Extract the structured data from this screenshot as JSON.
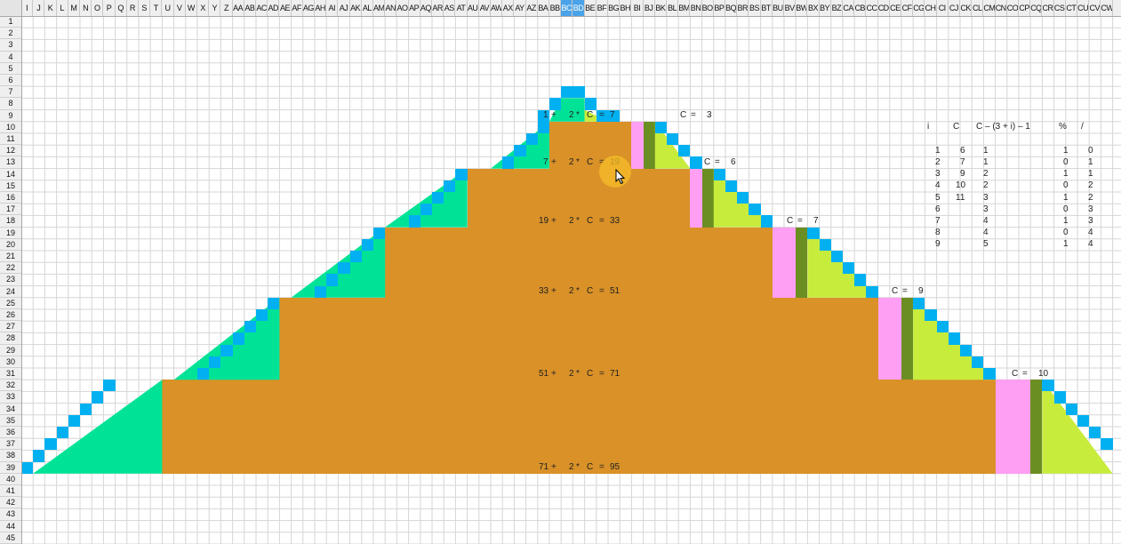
{
  "window": {
    "title": "Spreadsheet"
  },
  "selected_column": "BC",
  "column_headers": [
    "I",
    "J",
    "K",
    "L",
    "M",
    "N",
    "O",
    "P",
    "Q",
    "R",
    "S",
    "T",
    "U",
    "V",
    "W",
    "X",
    "Y",
    "Z",
    "AA",
    "AB",
    "AC",
    "AD",
    "AE",
    "AF",
    "AG",
    "AH",
    "AI",
    "AJ",
    "AK",
    "AL",
    "AM",
    "AN",
    "AO",
    "AP",
    "AQ",
    "AR",
    "AS",
    "AT",
    "AU",
    "AV",
    "AW",
    "AX",
    "AY",
    "AZ",
    "BA",
    "BB",
    "BC",
    "BD",
    "BE",
    "BF",
    "BG",
    "BH",
    "BI",
    "BJ",
    "BK",
    "BL",
    "BM",
    "BN",
    "BO",
    "BP",
    "BQ",
    "BR",
    "BS",
    "BT",
    "BU",
    "BV",
    "BW",
    "BX",
    "BY",
    "BZ",
    "CA",
    "CB",
    "CC",
    "CD",
    "CE",
    "CF",
    "CG",
    "CH",
    "CI",
    "CJ",
    "CK",
    "CL",
    "CM",
    "CN",
    "CO",
    "CP",
    "CQ",
    "CR",
    "CS",
    "CT",
    "CU",
    "CV",
    "CW"
  ],
  "row_headers": [
    "1",
    "2",
    "3",
    "4",
    "5",
    "6",
    "7",
    "8",
    "9",
    "10",
    "11",
    "12",
    "13",
    "14",
    "15",
    "16",
    "17",
    "18",
    "19",
    "20",
    "21",
    "22",
    "23",
    "24",
    "25",
    "26",
    "27",
    "28",
    "29",
    "30",
    "31",
    "32",
    "33",
    "34",
    "35",
    "36",
    "37",
    "38",
    "39",
    "40",
    "41",
    "42",
    "43",
    "44",
    "45"
  ],
  "colors": {
    "cyan": "#00b0f0",
    "mint": "#00e396",
    "orange": "#d99128",
    "pink": "#ff9ff3",
    "dark_green": "#6b8e23",
    "lime": "#c8ec3c"
  },
  "formulas": [
    {
      "a": "1",
      "plus": "+",
      "two": "2",
      "star": "*",
      "c": "C",
      "eq": "=",
      "result": "7"
    },
    {
      "a": "7",
      "plus": "+",
      "two": "2",
      "star": "*",
      "c": "C",
      "eq": "=",
      "result": "19"
    },
    {
      "a": "19",
      "plus": "+",
      "two": "2",
      "star": "*",
      "c": "C",
      "eq": "=",
      "result": "33"
    },
    {
      "a": "33",
      "plus": "+",
      "two": "2",
      "star": "*",
      "c": "C",
      "eq": "=",
      "result": "51"
    },
    {
      "a": "51",
      "plus": "+",
      "two": "2",
      "star": "*",
      "c": "C",
      "eq": "=",
      "result": "71"
    },
    {
      "a": "71",
      "plus": "+",
      "two": "2",
      "star": "*",
      "c": "C",
      "eq": "=",
      "result": "95"
    }
  ],
  "c_labels": [
    {
      "c": "C",
      "eq": "=",
      "value": "3"
    },
    {
      "c": "C",
      "eq": "=",
      "value": "6"
    },
    {
      "c": "C",
      "eq": "=",
      "value": "7"
    },
    {
      "c": "C",
      "eq": "=",
      "value": "9"
    },
    {
      "c": "C",
      "eq": "=",
      "value": "10"
    }
  ],
  "table": {
    "headers": [
      "i",
      "C",
      "C – (3 + i) – 1",
      "%",
      "/"
    ],
    "rows": [
      [
        "1",
        "6",
        "1",
        "1",
        "0"
      ],
      [
        "2",
        "7",
        "1",
        "0",
        "1"
      ],
      [
        "3",
        "9",
        "2",
        "1",
        "1"
      ],
      [
        "4",
        "10",
        "2",
        "0",
        "2"
      ],
      [
        "5",
        "11",
        "3",
        "1",
        "2"
      ],
      [
        "6",
        "",
        "3",
        "0",
        "3"
      ],
      [
        "7",
        "",
        "4",
        "1",
        "3"
      ],
      [
        "8",
        "",
        "4",
        "0",
        "4"
      ],
      [
        "9",
        "",
        "5",
        "1",
        "4"
      ]
    ]
  }
}
